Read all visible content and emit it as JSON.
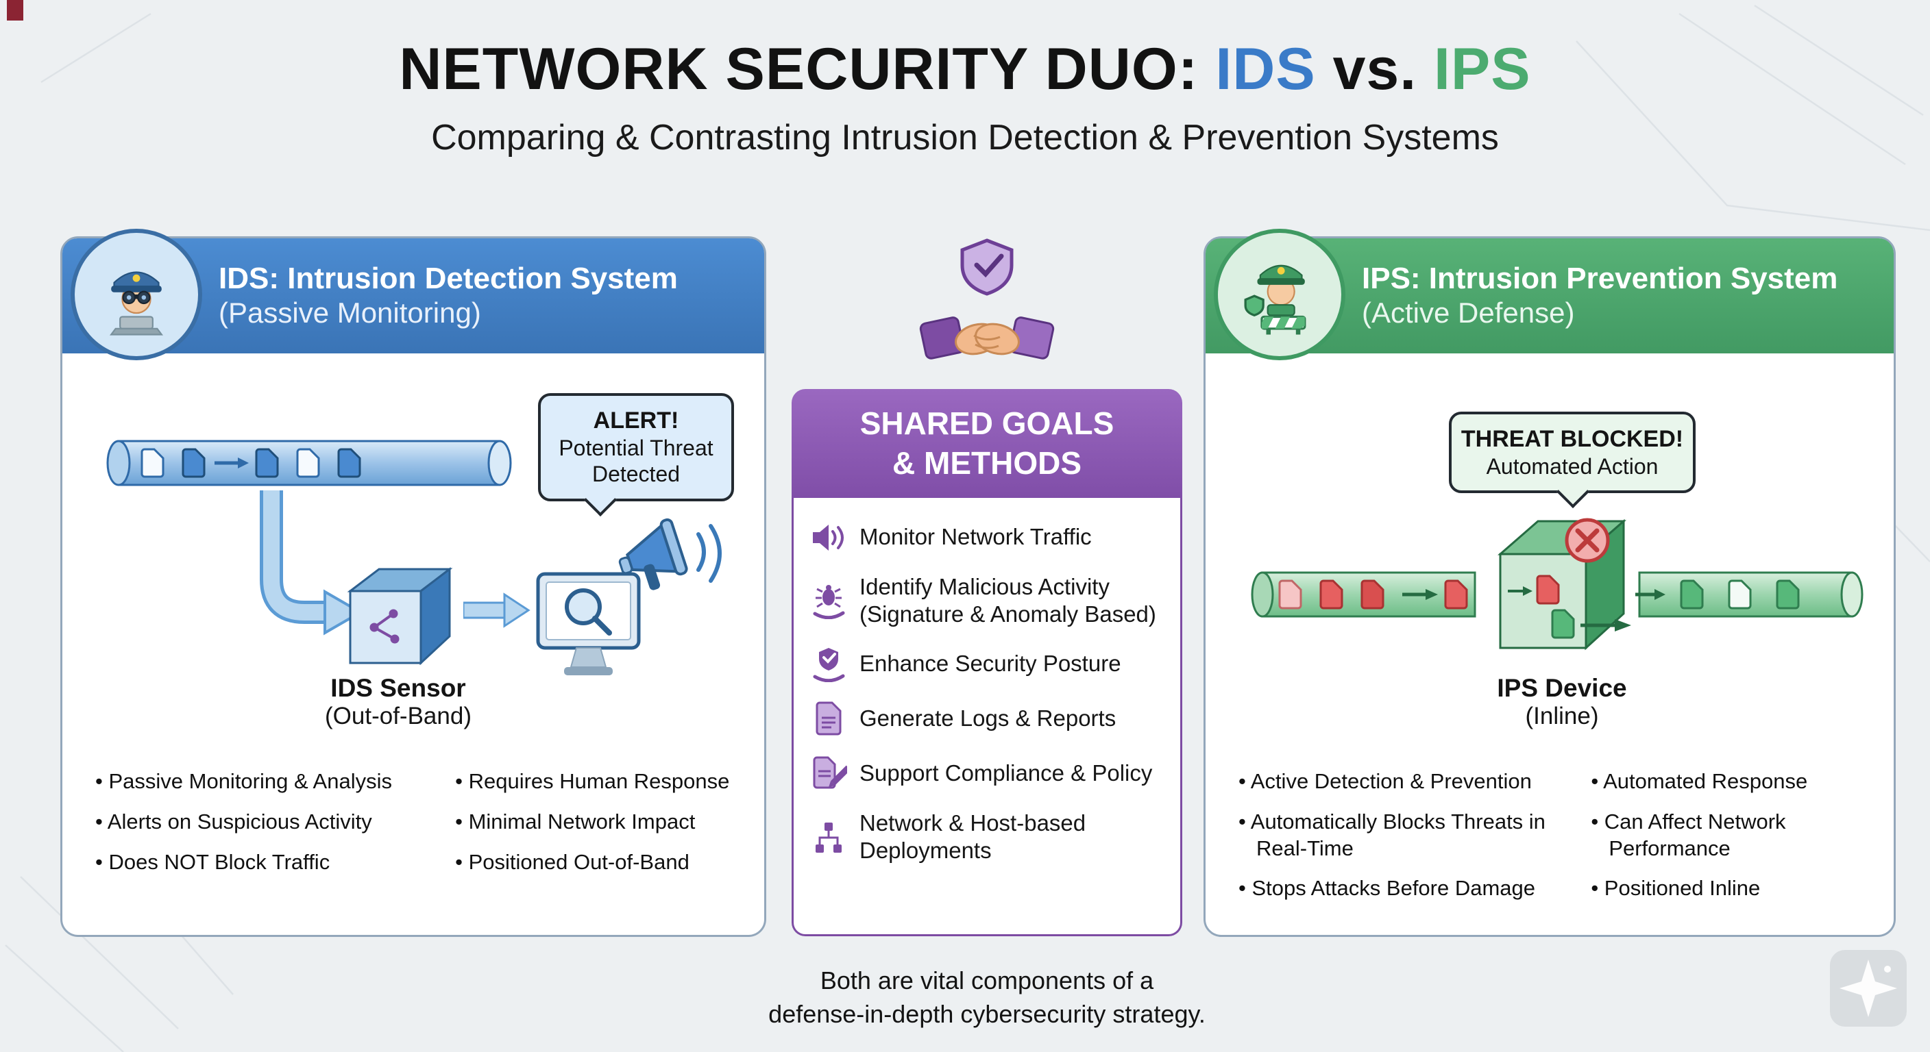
{
  "page": {
    "title_prefix": "NETWORK SECURITY DUO: ",
    "title_ids": "IDS",
    "title_vs": " vs. ",
    "title_ips": "IPS",
    "subtitle": "Comparing & Contrasting Intrusion Detection & Prevention Systems",
    "footer_line1": "Both are vital components of a",
    "footer_line2": "defense-in-depth cybersecurity strategy."
  },
  "colors": {
    "ids_blue": "#3a7bc8",
    "ips_green": "#4cab70",
    "shared_purple": "#8f5cb5",
    "alert_bubble_blue": "#ddedfb",
    "blocked_bubble_green": "#e9f6ec"
  },
  "ids": {
    "header_title": "IDS: Intrusion Detection System",
    "header_sub": "(Passive Monitoring)",
    "badge_icon": "police-binoculars-icon",
    "alert": {
      "title": "ALERT!",
      "line1": "Potential Threat",
      "line2": "Detected"
    },
    "device_label": "IDS Sensor",
    "device_sub": "(Out-of-Band)",
    "diagram_icons": [
      "traffic-pipe-icon",
      "curved-arrow-icon",
      "ids-sensor-cube-icon",
      "analysis-monitor-icon",
      "megaphone-icon"
    ],
    "bullets_left": [
      "Passive Monitoring & Analysis",
      "Alerts on Suspicious Activity",
      "Does NOT Block Traffic"
    ],
    "bullets_right": [
      "Requires Human Response",
      "Minimal Network Impact",
      "Positioned Out-of-Band"
    ]
  },
  "shared": {
    "emblem_icon": "handshake-shield-icon",
    "header_line1": "SHARED GOALS",
    "header_line2": "& METHODS",
    "items": [
      {
        "icon": "speaker-icon",
        "label": "Monitor Network Traffic"
      },
      {
        "icon": "bug-hand-icon",
        "label": "Identify Malicious Activity (Signature & Anomaly Based)"
      },
      {
        "icon": "shield-hand-icon",
        "label": "Enhance Security Posture"
      },
      {
        "icon": "document-icon",
        "label": "Generate Logs & Reports"
      },
      {
        "icon": "compliance-pencil-icon",
        "label": "Support Compliance & Policy"
      },
      {
        "icon": "network-tree-icon",
        "label": "Network & Host-based Deployments"
      }
    ]
  },
  "ips": {
    "header_title": "IPS: Intrusion Prevention System",
    "header_sub": "(Active Defense)",
    "badge_icon": "police-shield-barrier-icon",
    "alert": {
      "title": "THREAT BLOCKED!",
      "line1": "Automated Action"
    },
    "device_label": "IPS Device",
    "device_sub": "(Inline)",
    "diagram_icons": [
      "threat-pipe-icon",
      "ips-device-cube-icon",
      "blocked-x-icon",
      "clean-pipe-icon"
    ],
    "bullets_left": [
      "Active Detection & Prevention",
      "Automatically Blocks Threats in Real-Time",
      "Stops Attacks Before Damage"
    ],
    "bullets_right": [
      "Automated Response",
      "Can Affect Network Performance",
      "Positioned Inline"
    ]
  }
}
